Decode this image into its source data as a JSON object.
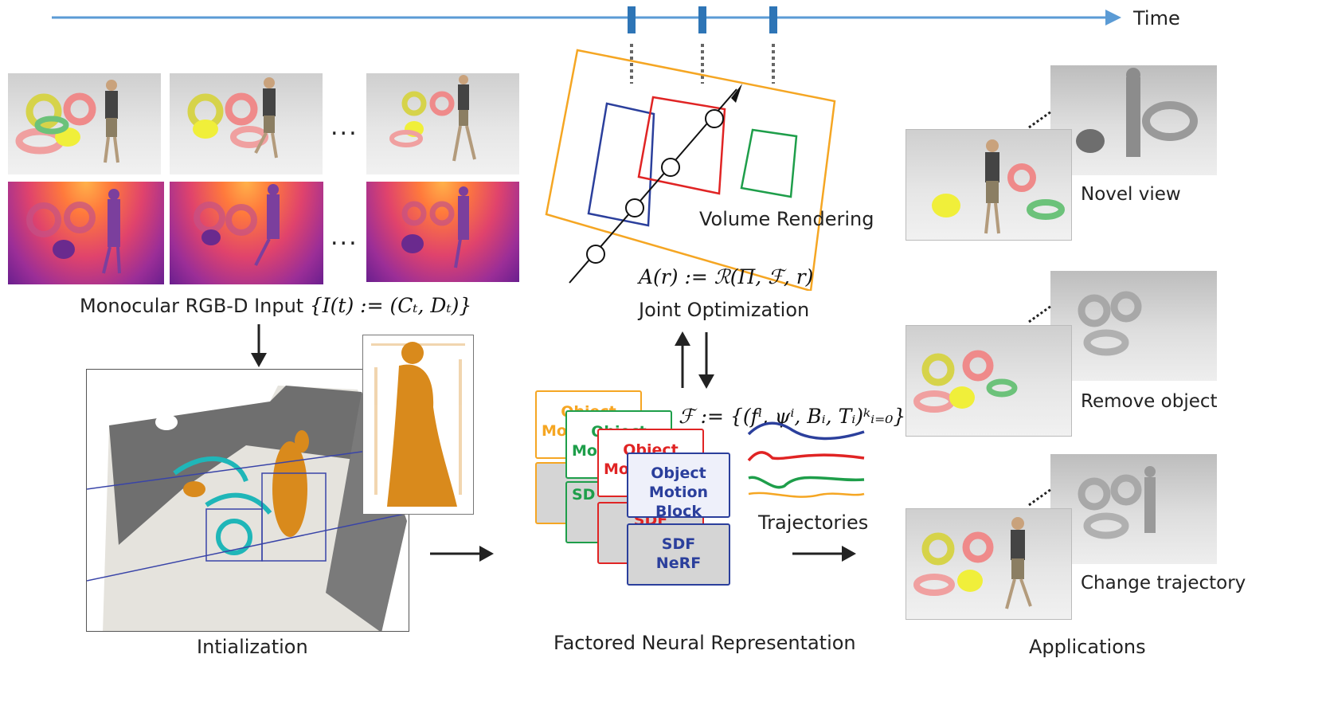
{
  "timeline": {
    "label": "Time"
  },
  "input": {
    "caption": "Monocular RGB-D Input",
    "formula": "{I(t) := (Cₜ, Dₜ)}",
    "ellipsis": "..."
  },
  "init": {
    "caption": "Intialization"
  },
  "rendering": {
    "label": "Volume Rendering",
    "formula": "A(r) := ℛ(Π, ℱ, r)",
    "caption": "Joint Optimization"
  },
  "representation": {
    "formula": "ℱ := {(fⁱ, ψⁱ, Bᵢ, Tᵢ)ᵏᵢ₌₀}",
    "caption": "Factored Neural Representation",
    "trajectories_label": "Trajectories",
    "card_top_text": "Object",
    "card_partial_top": "Mot",
    "card_partial_mid": "Mo",
    "card_partial_sdf": "SD",
    "card_front_top_line1": "Object",
    "card_front_top_line2": "Motion Block",
    "card_front_bottom_line1": "SDF",
    "card_front_bottom_line2": "NeRF",
    "card_red_bottom": "SDF"
  },
  "applications": {
    "caption": "Applications",
    "items": [
      {
        "label": "Novel view"
      },
      {
        "label": "Remove object"
      },
      {
        "label": "Change trajectory"
      }
    ]
  },
  "colors": {
    "timeline": "#5b9bd5",
    "tick": "#2e75b6",
    "orange": "#f5a623",
    "blue": "#2b3f9c",
    "red": "#e02424",
    "green": "#1e9e4a",
    "cyan": "#1fb6b8",
    "pointcloud_orange": "#d98a1c"
  }
}
